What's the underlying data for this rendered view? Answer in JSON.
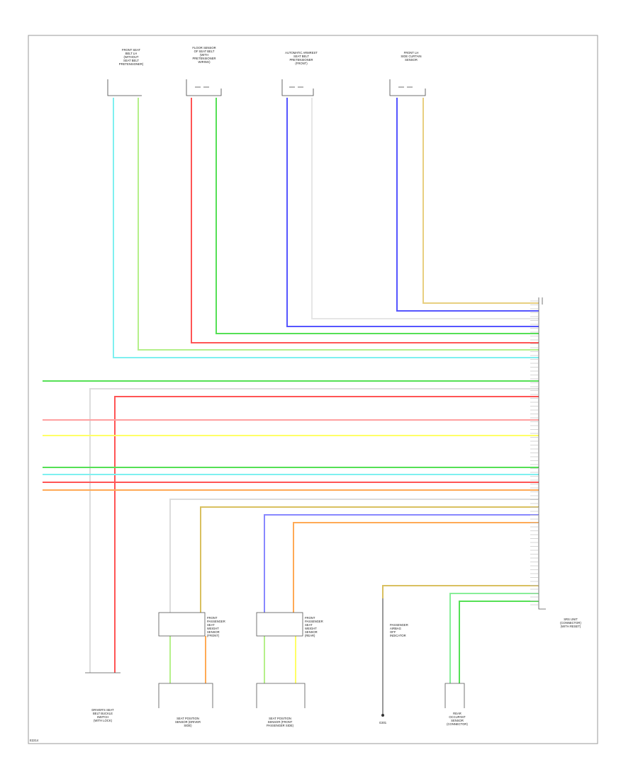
{
  "diagram": {
    "title": "",
    "wire_colors": {
      "light_blue": "#7ff0f0",
      "light_green": "#b5f08a",
      "red": "#ff5555",
      "green": "#55e055",
      "blue": "#5555ff",
      "white": "#e6e6e6",
      "tan": "#e8cf80",
      "pink": "#ffa0a0",
      "yellow": "#ffff66",
      "orange": "#ffaa55",
      "light_green_2": "#88ee99",
      "dark_yellow": "#d9c060",
      "border": "#9a9a9a"
    },
    "components": {
      "top_1": "FRONT SEAT\nBELT LH\n(WITHOUT\nSEAT BELT\nPRETENSIONER)",
      "top_2": "FLOOR SENSOR\nOF SEAT BELT\n(WITH\nPRETENSIONER\nWIRING)",
      "top_3": "AUTOMATIC ARMREST\nSEAT BELT\nPRETENSIONER\n(FRONT)",
      "top_4": "FRONT LH\nSIDE CURTAIN\nSENSOR",
      "main_unit": "SRS UNIT\n(CONNECTOR)\n(WITH RESET)",
      "bottom_left": "DRIVER'S SEAT\nBELT BUCKLE\nSWITCH\n(WITH LOCK)",
      "seat_mod_1": "FRONT\nPASSENGER\nSEAT\nWEIGHT\nSENSOR\n(FRONT)",
      "seat_mod_2": "FRONT\nPASSENGER\nSEAT\nWEIGHT\nSENSOR\n(REAR)",
      "bottom_2": "SEAT POSITION\nSENSOR (DRIVER\nSIDE)",
      "bottom_3": "SEAT POSITION\nSENSOR (FRONT\nPASSENGER SIDE)",
      "indicator": "PASSENGER\nAIRBAG\nOFF\nINDICATOR",
      "ground": "G301",
      "bottom_right": "REAR\nOCCUPANT\nSENSOR\n(CONNECTOR)"
    },
    "footer_code": "E2214"
  }
}
